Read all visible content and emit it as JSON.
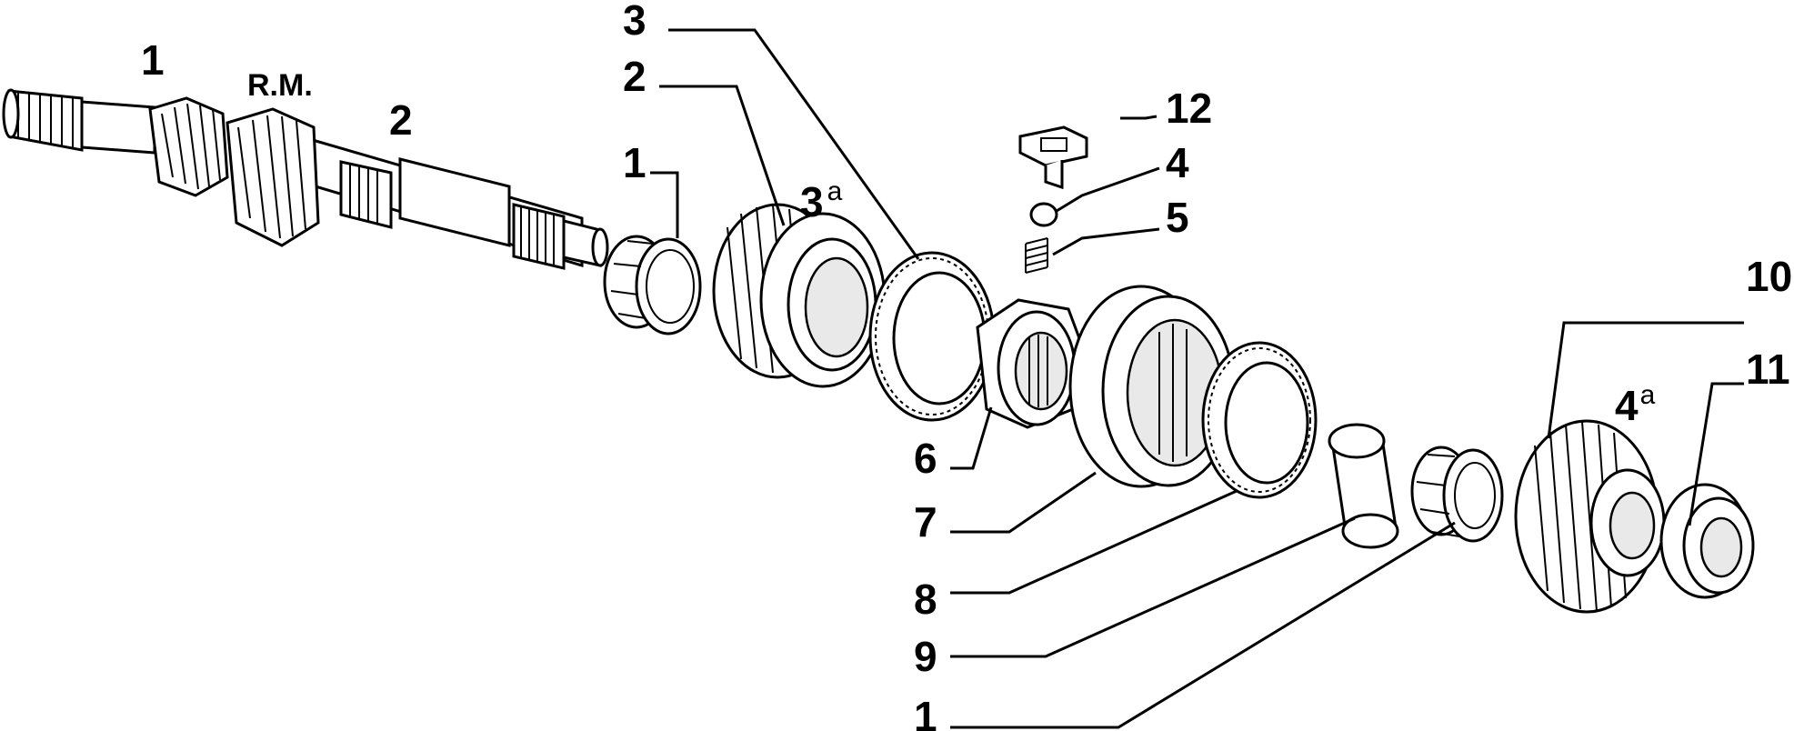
{
  "callouts": {
    "shaft_1": "1",
    "shaft_rm": "R.M.",
    "shaft_2": "2",
    "bearing_1": "1",
    "gear_2": "2",
    "ring_3": "3",
    "gear_3a_num": "3",
    "gear_3a_sup": "a",
    "detent_12": "12",
    "ball_4": "4",
    "spring_5": "5",
    "hub_6": "6",
    "sleeve_7": "7",
    "ring_8": "8",
    "bush_9": "9",
    "bearing_bottom_1": "1",
    "gear_10": "10",
    "gear_4a_num": "4",
    "gear_4a_sup": "a",
    "washer_11": "11"
  }
}
